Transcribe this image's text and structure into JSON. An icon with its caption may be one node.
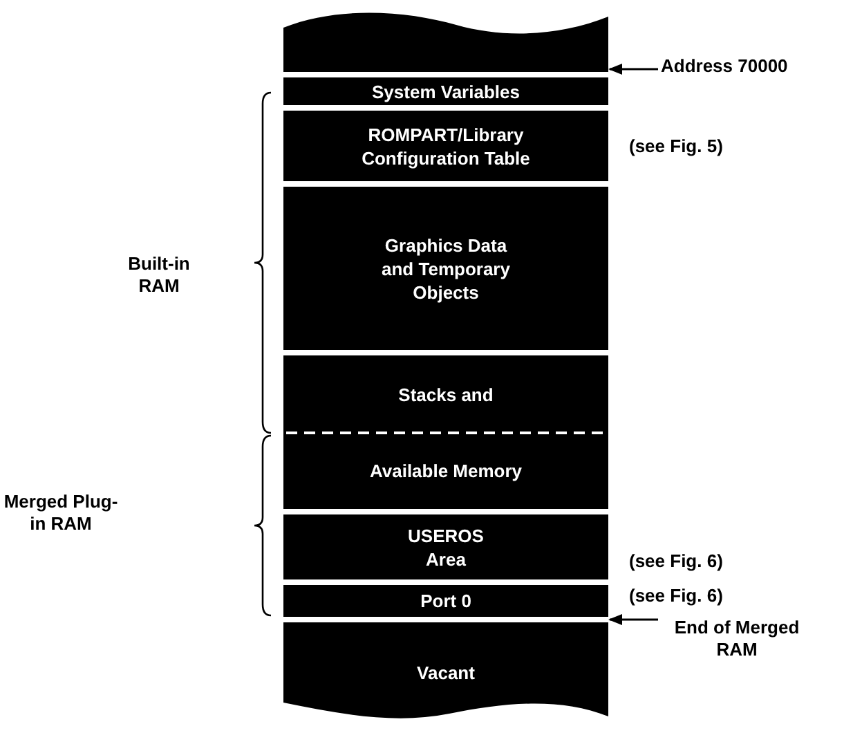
{
  "diagram": {
    "nodes": [
      {
        "text": [],
        "shape": "bar"
      },
      {
        "text": [
          "System Variables"
        ]
      },
      {
        "text": [
          "ROMPART/Library Configuration Table"
        ],
        "beside": [
          "(see Fig. 5)"
        ]
      },
      {
        "text": [
          "Graphics Data and Temporary Objects"
        ]
      },
      {
        "text": [
          "Stacks and"
        ]
      },
      {
        "text": [
          "Available Memory"
        ]
      },
      {
        "text": [
          "USEROS Area"
        ],
        "beside": [
          "(see Fig. 6)"
        ]
      },
      {
        "text": [
          "Port 0"
        ],
        "beside": [
          "(see Fig. 6)"
        ]
      },
      {
        "text": [
          "Vacant"
        ]
      },
      {
        "text": [
          "Address 70000"
        ]
      },
      {
        "text": [
          "End of Merged RAM"
        ]
      }
    ],
    "edges": [
      {
        "from": 9,
        "to": 1,
        "arrow": "to"
      },
      {
        "from": 10,
        "to": 7,
        "arrow": "to"
      }
    ],
    "labels": [
      "Built-in RAM",
      "Merged Plug-in RAM"
    ]
  }
}
